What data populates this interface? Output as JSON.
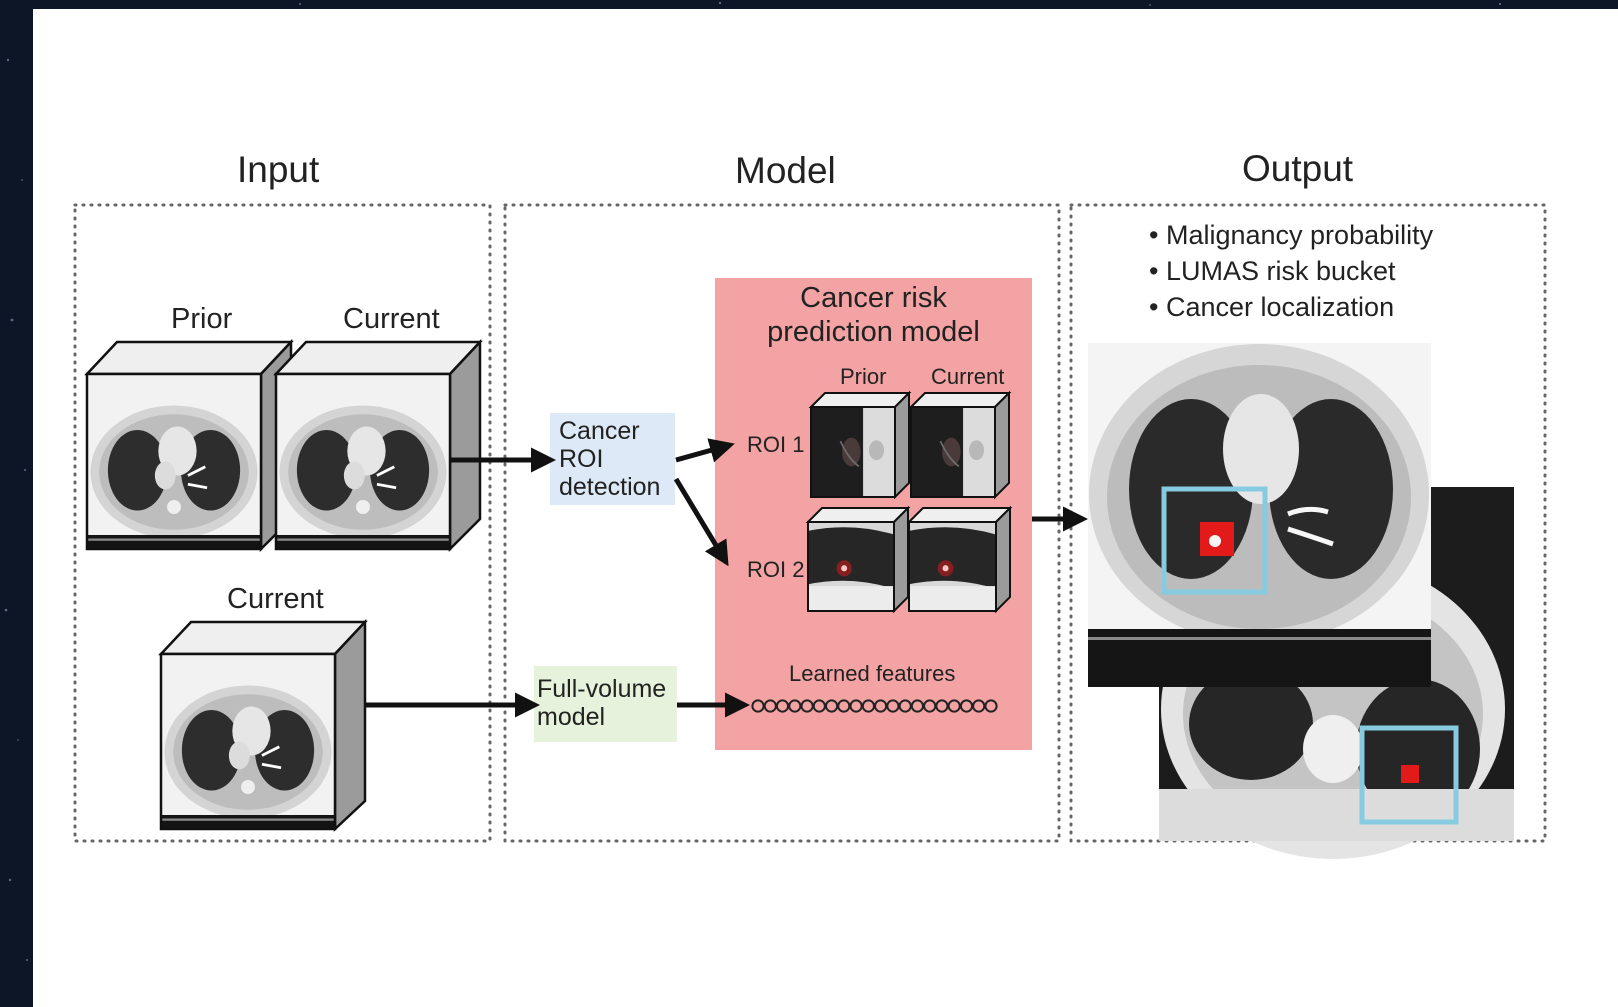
{
  "diagram": {
    "sections": {
      "input": {
        "title": "Input"
      },
      "model": {
        "title": "Model"
      },
      "output": {
        "title": "Output"
      }
    },
    "input": {
      "prior_label": "Prior",
      "current_label": "Current",
      "current_single_label": "Current"
    },
    "model": {
      "roi_detection": {
        "line1": "Cancer",
        "line2": "ROI",
        "line3": "detection"
      },
      "full_volume": {
        "line1": "Full-volume",
        "line2": "model"
      },
      "risk_model": {
        "title_line1": "Cancer risk",
        "title_line2": "prediction model",
        "prior_label": "Prior",
        "current_label": "Current",
        "roi1_label": "ROI 1",
        "roi2_label": "ROI 2",
        "features_label": "Learned features",
        "feature_count": 20
      }
    },
    "output": {
      "bullets": [
        "Malignancy probability",
        "LUMAS risk bucket",
        "Cancer localization"
      ]
    },
    "colors": {
      "roi_box": "#dde9f6",
      "full_volume_box": "#e6f2dc",
      "risk_model_panel": "#f3a3a3",
      "localization_box": "#86cbe0",
      "lesion_marker": "#e21a1a"
    }
  }
}
